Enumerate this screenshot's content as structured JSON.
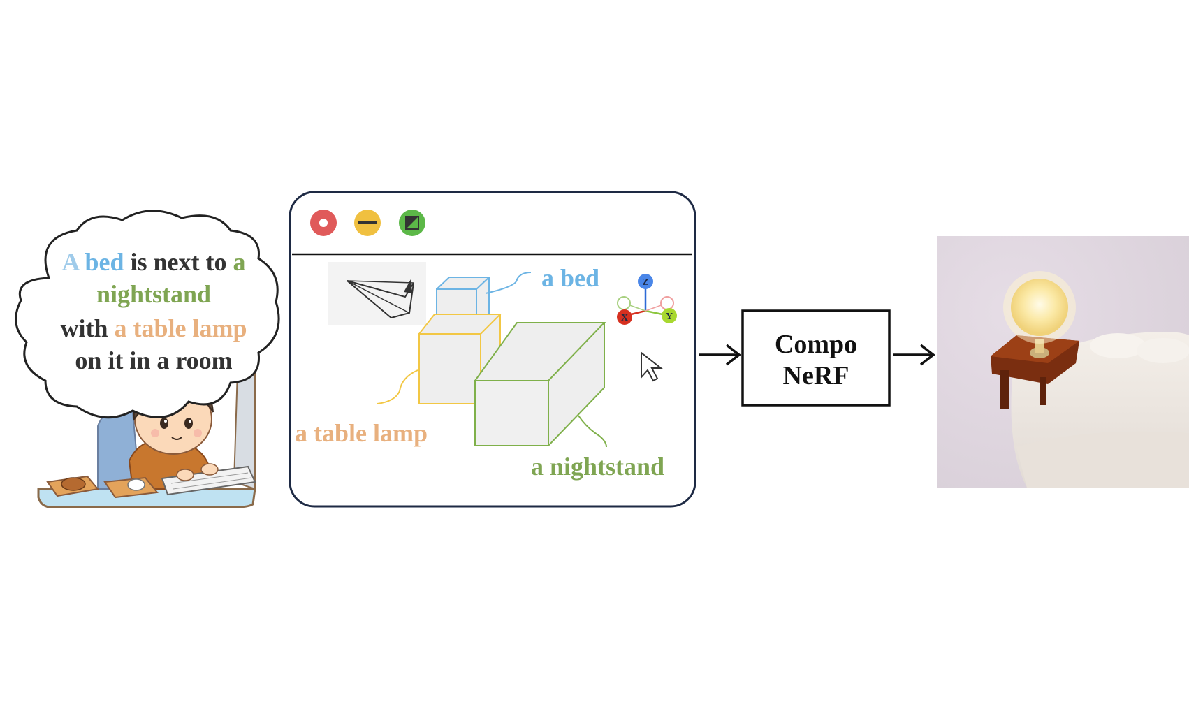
{
  "prompt": {
    "line1": [
      {
        "text": "A",
        "role": "bed"
      },
      {
        "text": " bed",
        "role": "bed"
      },
      {
        "text": " is next to ",
        "role": "plain"
      },
      {
        "text": "a",
        "role": "nightstand"
      }
    ],
    "line2": "nightstand",
    "line3_prefix": "with ",
    "line3_obj": "a table lamp",
    "line4": "on it in a room"
  },
  "editor": {
    "window_buttons": [
      "close",
      "minimize",
      "maximize"
    ],
    "labels": {
      "bed": "a bed",
      "table_lamp": "a table lamp",
      "nightstand": "a nightstand"
    },
    "axes": {
      "x": "X",
      "y": "Y",
      "z": "Z"
    }
  },
  "model_box": {
    "line1": "Compo",
    "line2": "NeRF"
  },
  "colors": {
    "bed": "#6cb4e4",
    "nightstand": "#7fa552",
    "table_lamp": "#e8b07e",
    "plain": "#333333",
    "box_yellow": "#f2c744",
    "box_green": "#7fb04a",
    "box_blue": "#6cb4e4",
    "btn_close": "#e05a5a",
    "btn_min": "#f0c040",
    "btn_max": "#5cb848"
  },
  "icons": [
    "thought-bubble",
    "boy-at-computer",
    "camera-frustum-icon",
    "axis-gizmo-icon",
    "cursor-arrow-icon",
    "arrow-right-icon",
    "rendered-scene-image"
  ]
}
